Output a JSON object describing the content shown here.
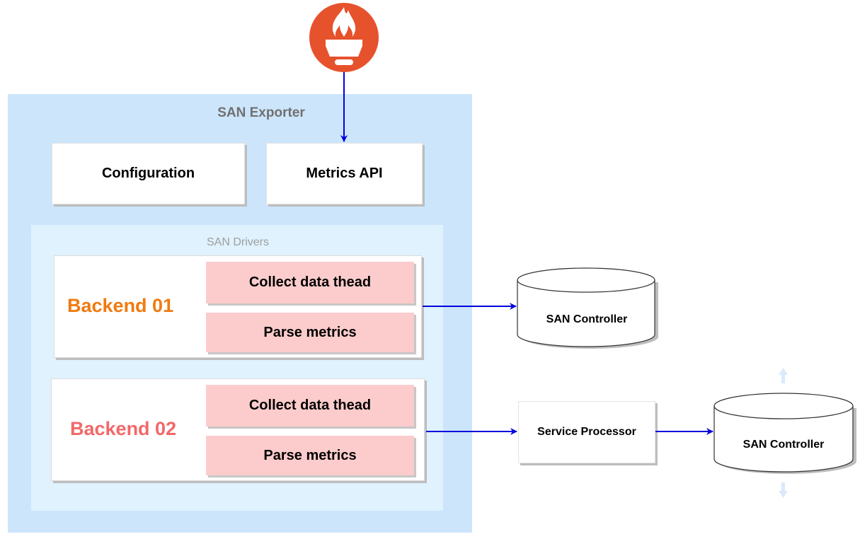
{
  "exporter": {
    "title": "SAN Exporter"
  },
  "configuration": {
    "label": "Configuration"
  },
  "metrics_api": {
    "label": "Metrics API"
  },
  "drivers": {
    "title": "SAN Drivers"
  },
  "backends": [
    {
      "label": "Backend 01",
      "label_color": "#f07a10",
      "tasks": [
        "Collect data thead",
        "Parse metrics"
      ]
    },
    {
      "label": "Backend 02",
      "label_color": "#f36868",
      "tasks": [
        "Collect data thead",
        "Parse metrics"
      ]
    }
  ],
  "service_processor": {
    "label": "Service Processor"
  },
  "san_controllers": [
    {
      "label": "SAN Controller"
    },
    {
      "label": "SAN Controller"
    }
  ],
  "icons": {
    "prometheus": "prometheus-torch-icon"
  },
  "colors": {
    "arrow": "#0000dd",
    "exporter_bg": "#cce5fb",
    "drivers_bg": "#dff2fd",
    "task_bg": "#fccccc",
    "prometheus": "#e6522c"
  }
}
